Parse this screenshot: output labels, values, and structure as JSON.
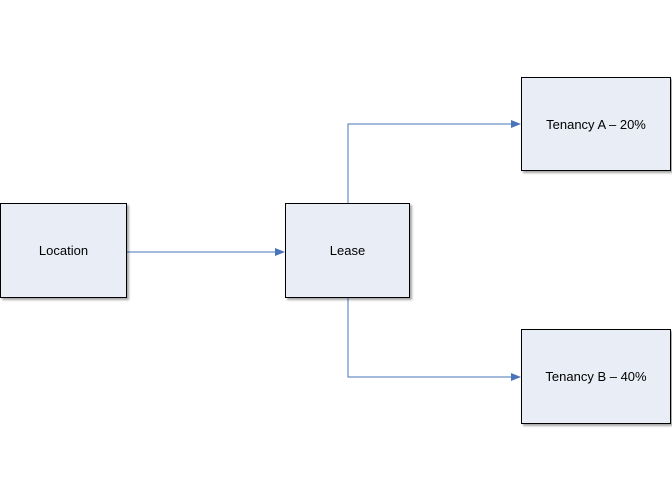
{
  "colors": {
    "node_fill": "#e9edf5",
    "node_border": "#000000",
    "connector": "#4a74b8"
  },
  "nodes": {
    "location": {
      "label": "Location"
    },
    "lease": {
      "label": "Lease"
    },
    "tenancy_a": {
      "label": "Tenancy A – 20%"
    },
    "tenancy_b": {
      "label": "Tenancy B – 40%"
    }
  },
  "connectors": [
    {
      "from": "location",
      "to": "lease"
    },
    {
      "from": "lease",
      "to": "tenancy_a"
    },
    {
      "from": "lease",
      "to": "tenancy_b"
    }
  ]
}
